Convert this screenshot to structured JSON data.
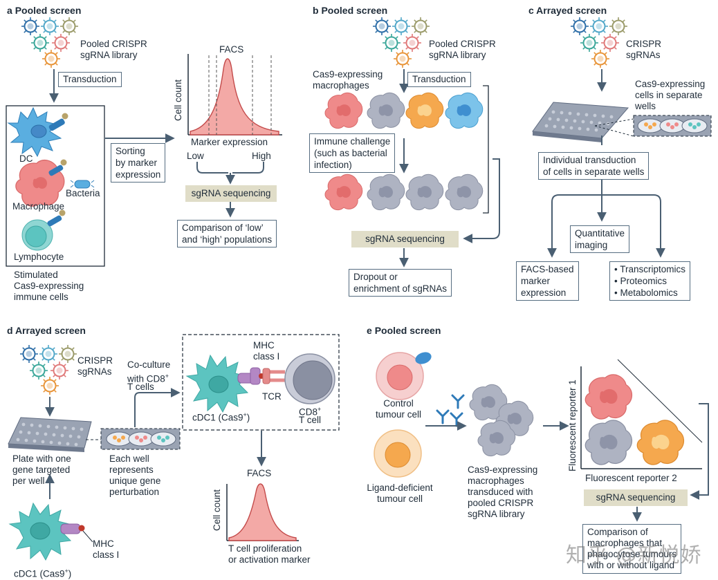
{
  "panel_a": {
    "title": "Pooled screen",
    "letter": "a",
    "library": [
      "Pooled CRISPR",
      "sgRNA library"
    ],
    "transduction": "Transduction",
    "dc": "DC",
    "macrophage": "Macrophage",
    "bacteria": "Bacteria",
    "lymphocyte": "Lymphocyte",
    "stimulated": [
      "Stimulated",
      "Cas9-expressing",
      "immune cells"
    ],
    "sorting": [
      "Sorting",
      "by marker",
      "expression"
    ],
    "facs": "FACS",
    "cell_count": "Cell count",
    "marker_expression": "Marker expression",
    "low": "Low",
    "high": "High",
    "sgrna_seq": "sgRNA sequencing",
    "comparison": [
      "Comparison of ‘low’",
      "and ‘high’ populations"
    ]
  },
  "panel_b": {
    "title": "Pooled screen",
    "letter": "b",
    "library": [
      "Pooled CRISPR",
      "sgRNA library"
    ],
    "macrophages": [
      "Cas9-expressing",
      "macrophages"
    ],
    "transduction": "Transduction",
    "immune_challenge": [
      "Immune challenge",
      "(such as bacterial",
      "infection)"
    ],
    "sgrna_seq": "sgRNA sequencing",
    "dropout": [
      "Dropout or",
      "enrichment of sgRNAs"
    ]
  },
  "panel_c": {
    "title": "Arrayed screen",
    "letter": "c",
    "crispr": [
      "CRISPR",
      "sgRNAs"
    ],
    "cells_wells": [
      "Cas9-expressing",
      "cells in separate",
      "wells"
    ],
    "individual": [
      "Individual transduction",
      "of cells in separate wells"
    ],
    "quant": [
      "Quantitative",
      "imaging"
    ],
    "facs_marker": [
      "FACS-based",
      "marker",
      "expression"
    ],
    "omics": [
      "Transcriptomics",
      "Proteomics",
      "Metabolomics"
    ]
  },
  "panel_d": {
    "title": "Arrayed screen",
    "letter": "d",
    "crispr": [
      "CRISPR",
      "sgRNAs"
    ],
    "coculture": [
      "Co-culture",
      "with CD8",
      "T cells"
    ],
    "superscript": "+",
    "mhc": [
      "MHC",
      "class I"
    ],
    "tcr": "TCR",
    "cdc1": "cDC1 (Cas9",
    "cdc1_tail": ")",
    "cd8": [
      "CD8",
      "T cell"
    ],
    "plate": [
      "Plate with one",
      "gene targeted",
      "per well"
    ],
    "each_well": [
      "Each well",
      "represents",
      "unique gene",
      "perturbation"
    ],
    "facs": "FACS",
    "cell_count": "Cell count",
    "proliferation": [
      "T cell proliferation",
      "or activation marker"
    ],
    "mhc_bottom": [
      "MHC",
      "class I"
    ],
    "cdc1_bottom": "cDC1 (Cas9",
    "cdc1_bottom_tail": ")"
  },
  "panel_e": {
    "title": "Pooled screen",
    "letter": "e",
    "control": [
      "Control",
      "tumour cell"
    ],
    "ligand": [
      "Ligand-deficient",
      "tumour cell"
    ],
    "macrophages": [
      "Cas9-expressing",
      "macrophages",
      "transduced with",
      "pooled CRISPR",
      "sgRNA library"
    ],
    "reporter1": "Fluorescent reporter 1",
    "reporter2": "Fluorescent reporter 2",
    "sgrna_seq": "sgRNA sequencing",
    "comparison": [
      "Comparison of",
      "macrophages that",
      "phagocytose tumours",
      "with or without ligand"
    ]
  },
  "watermark": "知乎 @新悦娇",
  "colors": {
    "arrow": "#4a5f72",
    "seq_box": "#e0ddc8",
    "dc_blue": "#5aaee0",
    "macrophage_pink": "#ef8a8a",
    "grey_cell": "#aeb3c2",
    "orange_cell": "#f5a84e",
    "teal_cell": "#5cc4c0",
    "facs_fill": "#f3a9a6"
  }
}
